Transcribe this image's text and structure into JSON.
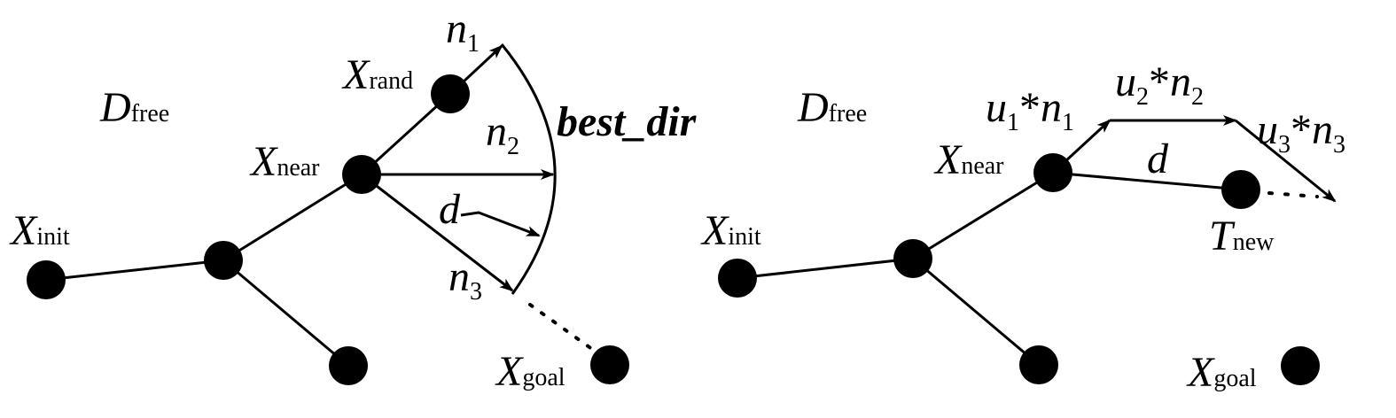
{
  "left_panel": {
    "region": {
      "main": "D",
      "sub": "free"
    },
    "init": {
      "main": "X",
      "sub": "init"
    },
    "near": {
      "main": "X",
      "sub": "near"
    },
    "rand": {
      "main": "X",
      "sub": "rand"
    },
    "goal": {
      "main": "X",
      "sub": "goal"
    },
    "n1": {
      "main": "n",
      "sub": "1"
    },
    "n2": {
      "main": "n",
      "sub": "2"
    },
    "n3": {
      "main": "n",
      "sub": "3"
    },
    "d": "d",
    "best_dir": "best_dir"
  },
  "right_panel": {
    "region": {
      "main": "D",
      "sub": "free"
    },
    "init": {
      "main": "X",
      "sub": "init"
    },
    "near": {
      "main": "X",
      "sub": "near"
    },
    "goal": {
      "main": "X",
      "sub": "goal"
    },
    "new": {
      "main": "T",
      "sub": "new"
    },
    "d": "d",
    "u1n1": {
      "u": "u",
      "us": "1",
      "star": "*",
      "n": "n",
      "ns": "1"
    },
    "u2n2": {
      "u": "u",
      "us": "2",
      "star": "*",
      "n": "n",
      "ns": "2"
    },
    "u3n3": {
      "u": "u",
      "us": "3",
      "star": "*",
      "n": "n",
      "ns": "3"
    }
  }
}
